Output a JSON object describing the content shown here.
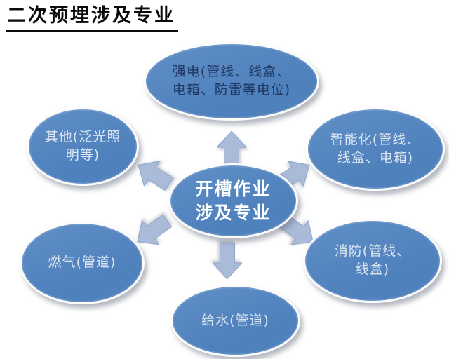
{
  "title": "二次预埋涉及专业",
  "colors": {
    "background": "#ffffff",
    "title_color": "#0a0a0a",
    "ellipse_fill": "#4f81bd",
    "ellipse_fill_light": "#5e8dc5",
    "center_text": "#ffffff",
    "dark_text": "#1f3864",
    "pale_text": "#dce6f2",
    "arrow_fill": "#a9bbd9",
    "arrow_edge": "#8fa3c8"
  },
  "center_node": {
    "line1": "开槽作业",
    "line2": "涉及专业"
  },
  "nodes": [
    {
      "id": "qiangdian",
      "position": "top",
      "line1": "强电(管线、线盒、",
      "line2": "电箱、防雷等电位)"
    },
    {
      "id": "qita",
      "position": "upper-left",
      "line1": "其他(泛光照",
      "line2": "明等)"
    },
    {
      "id": "zhinenghua",
      "position": "upper-right",
      "line1": "智能化(管线、",
      "line2": "线盒、电箱)"
    },
    {
      "id": "ranqi",
      "position": "lower-left",
      "line1": "燃气(管道)",
      "line2": ""
    },
    {
      "id": "xiaofang",
      "position": "lower-right",
      "line1": "消防(管线、",
      "line2": "线盒)"
    },
    {
      "id": "jishui",
      "position": "bottom",
      "line1": "给水(管道)",
      "line2": ""
    }
  ],
  "arrows": [
    "up",
    "upper-left",
    "upper-right",
    "lower-left",
    "down",
    "lower-right"
  ]
}
